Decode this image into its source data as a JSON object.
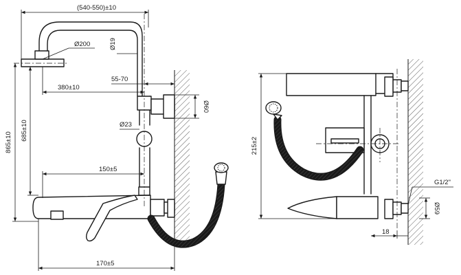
{
  "front_view": {
    "width_total": "(540-550)±10",
    "head_diameter": "Ø200",
    "riser_diameter_top": "Ø19",
    "head_reach": "380±10",
    "bracket_offset": "55-70",
    "pipe_diameter": "Ø60",
    "riser_diameter": "Ø23",
    "total_height": "865±10",
    "riser_height": "685±10",
    "riser_offset": "150±5",
    "spout_length": "170±5"
  },
  "side_view": {
    "body_height": "215±2",
    "thread": "G1/2\"",
    "eccentric_dia": "Ø59",
    "wall_offset": "18"
  }
}
